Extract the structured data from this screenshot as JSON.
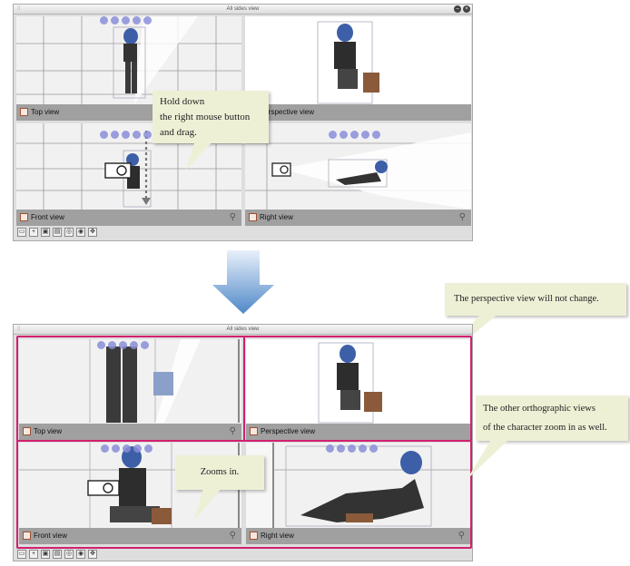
{
  "top_window": {
    "title": "All sides view",
    "panes": {
      "top": "Top view",
      "perspective": "Perspective view",
      "front": "Front view",
      "right": "Right view"
    }
  },
  "bottom_window": {
    "title": "All sides view",
    "panes": {
      "top": "Top view",
      "perspective": "Perspective view",
      "front": "Front view",
      "right": "Right view"
    }
  },
  "callouts": {
    "drag": [
      "Hold down",
      "the right mouse button",
      "and drag."
    ],
    "perspective": "The perspective view will not change.",
    "ortho": [
      "The other orthographic views",
      "of the character zoom in as well."
    ],
    "zoom": "Zooms in."
  },
  "colors": {
    "highlight": "#d1206f",
    "arrow": "#4f88c8",
    "callout_bg": "#eef0d6",
    "handle_icons": "#8a8ed8"
  },
  "icons": [
    "grip-icon",
    "minimize-icon",
    "close-icon",
    "view-cube-icon",
    "magnifier-icon",
    "camera-icon",
    "handle-icons",
    "arrow-down-icon"
  ]
}
